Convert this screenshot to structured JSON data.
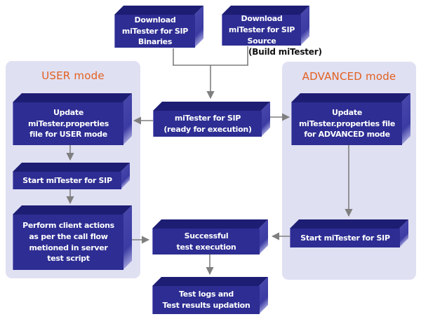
{
  "panels": {
    "user": {
      "title": "USER mode"
    },
    "advanced": {
      "title": "ADVANCED mode"
    }
  },
  "notes": {
    "build": "(Build miTester)"
  },
  "nodes": {
    "download_binaries": "Download\nmiTester for SIP\nBinaries",
    "download_source": "Download\nmiTester for SIP\nSource",
    "mitester_ready": "miTester for SIP\n(ready for execution)",
    "update_user": "Update\nmiTester.properties\nfile for USER mode",
    "update_advanced": "Update\nmiTester.properties file\nfor ADVANCED mode",
    "start_user": "Start miTester for SIP",
    "perform_actions": "Perform client actions\nas per the call flow\nmetioned in server\ntest script",
    "successful": "Successful\ntest execution",
    "start_advanced": "Start miTester for SIP",
    "test_logs": "Test logs and\nTest results updation"
  },
  "colors": {
    "box_front": "#2d2d93",
    "box_top": "#1d1d74",
    "box_side": "#3b3ba3",
    "box_text": "#ffffff",
    "panel_bg": "#e0e0f3",
    "title_orange": "#e2601f",
    "arrow_gray": "#7f7f7f",
    "note_text": "#111111"
  }
}
